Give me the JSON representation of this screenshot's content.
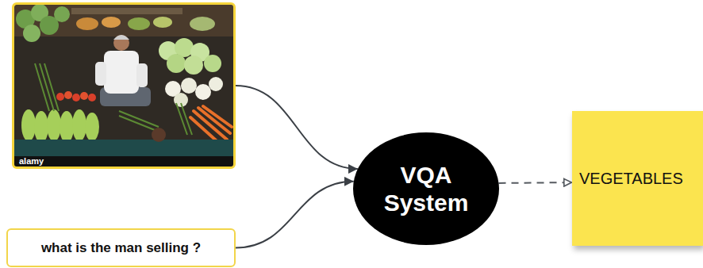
{
  "diagram": {
    "nodes": [
      {
        "text": [
          "alamy"
        ]
      },
      {
        "text": [
          "what is the man selling ?"
        ]
      },
      {
        "text": [
          "VQA System"
        ]
      },
      {
        "text": [
          "VEGETABLES"
        ]
      }
    ],
    "edges": [
      {
        "from": 0,
        "to": 2,
        "arrow": "to"
      },
      {
        "from": 1,
        "to": 2,
        "arrow": "to"
      },
      {
        "from": 2,
        "to": 3,
        "arrow": "to"
      }
    ]
  }
}
